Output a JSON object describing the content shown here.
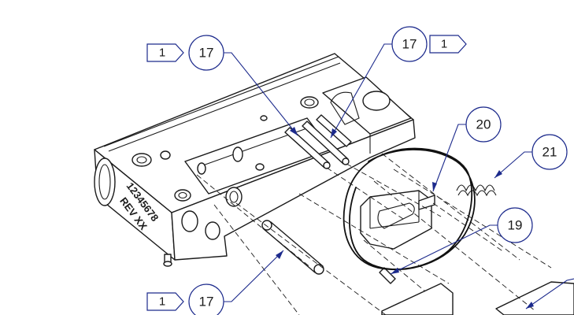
{
  "balloons": [
    {
      "number": "17",
      "flag": "1"
    },
    {
      "number": "17",
      "flag": "1"
    },
    {
      "number": "17",
      "flag": "1"
    },
    {
      "number": "20"
    },
    {
      "number": "21"
    },
    {
      "number": "19"
    }
  ],
  "engraving": {
    "part_number": "12345678",
    "revision": "REV XX"
  },
  "colors": {
    "balloon_outline": "#1c2a8c",
    "line": "#1a1a1a",
    "background": "#ffffff"
  }
}
